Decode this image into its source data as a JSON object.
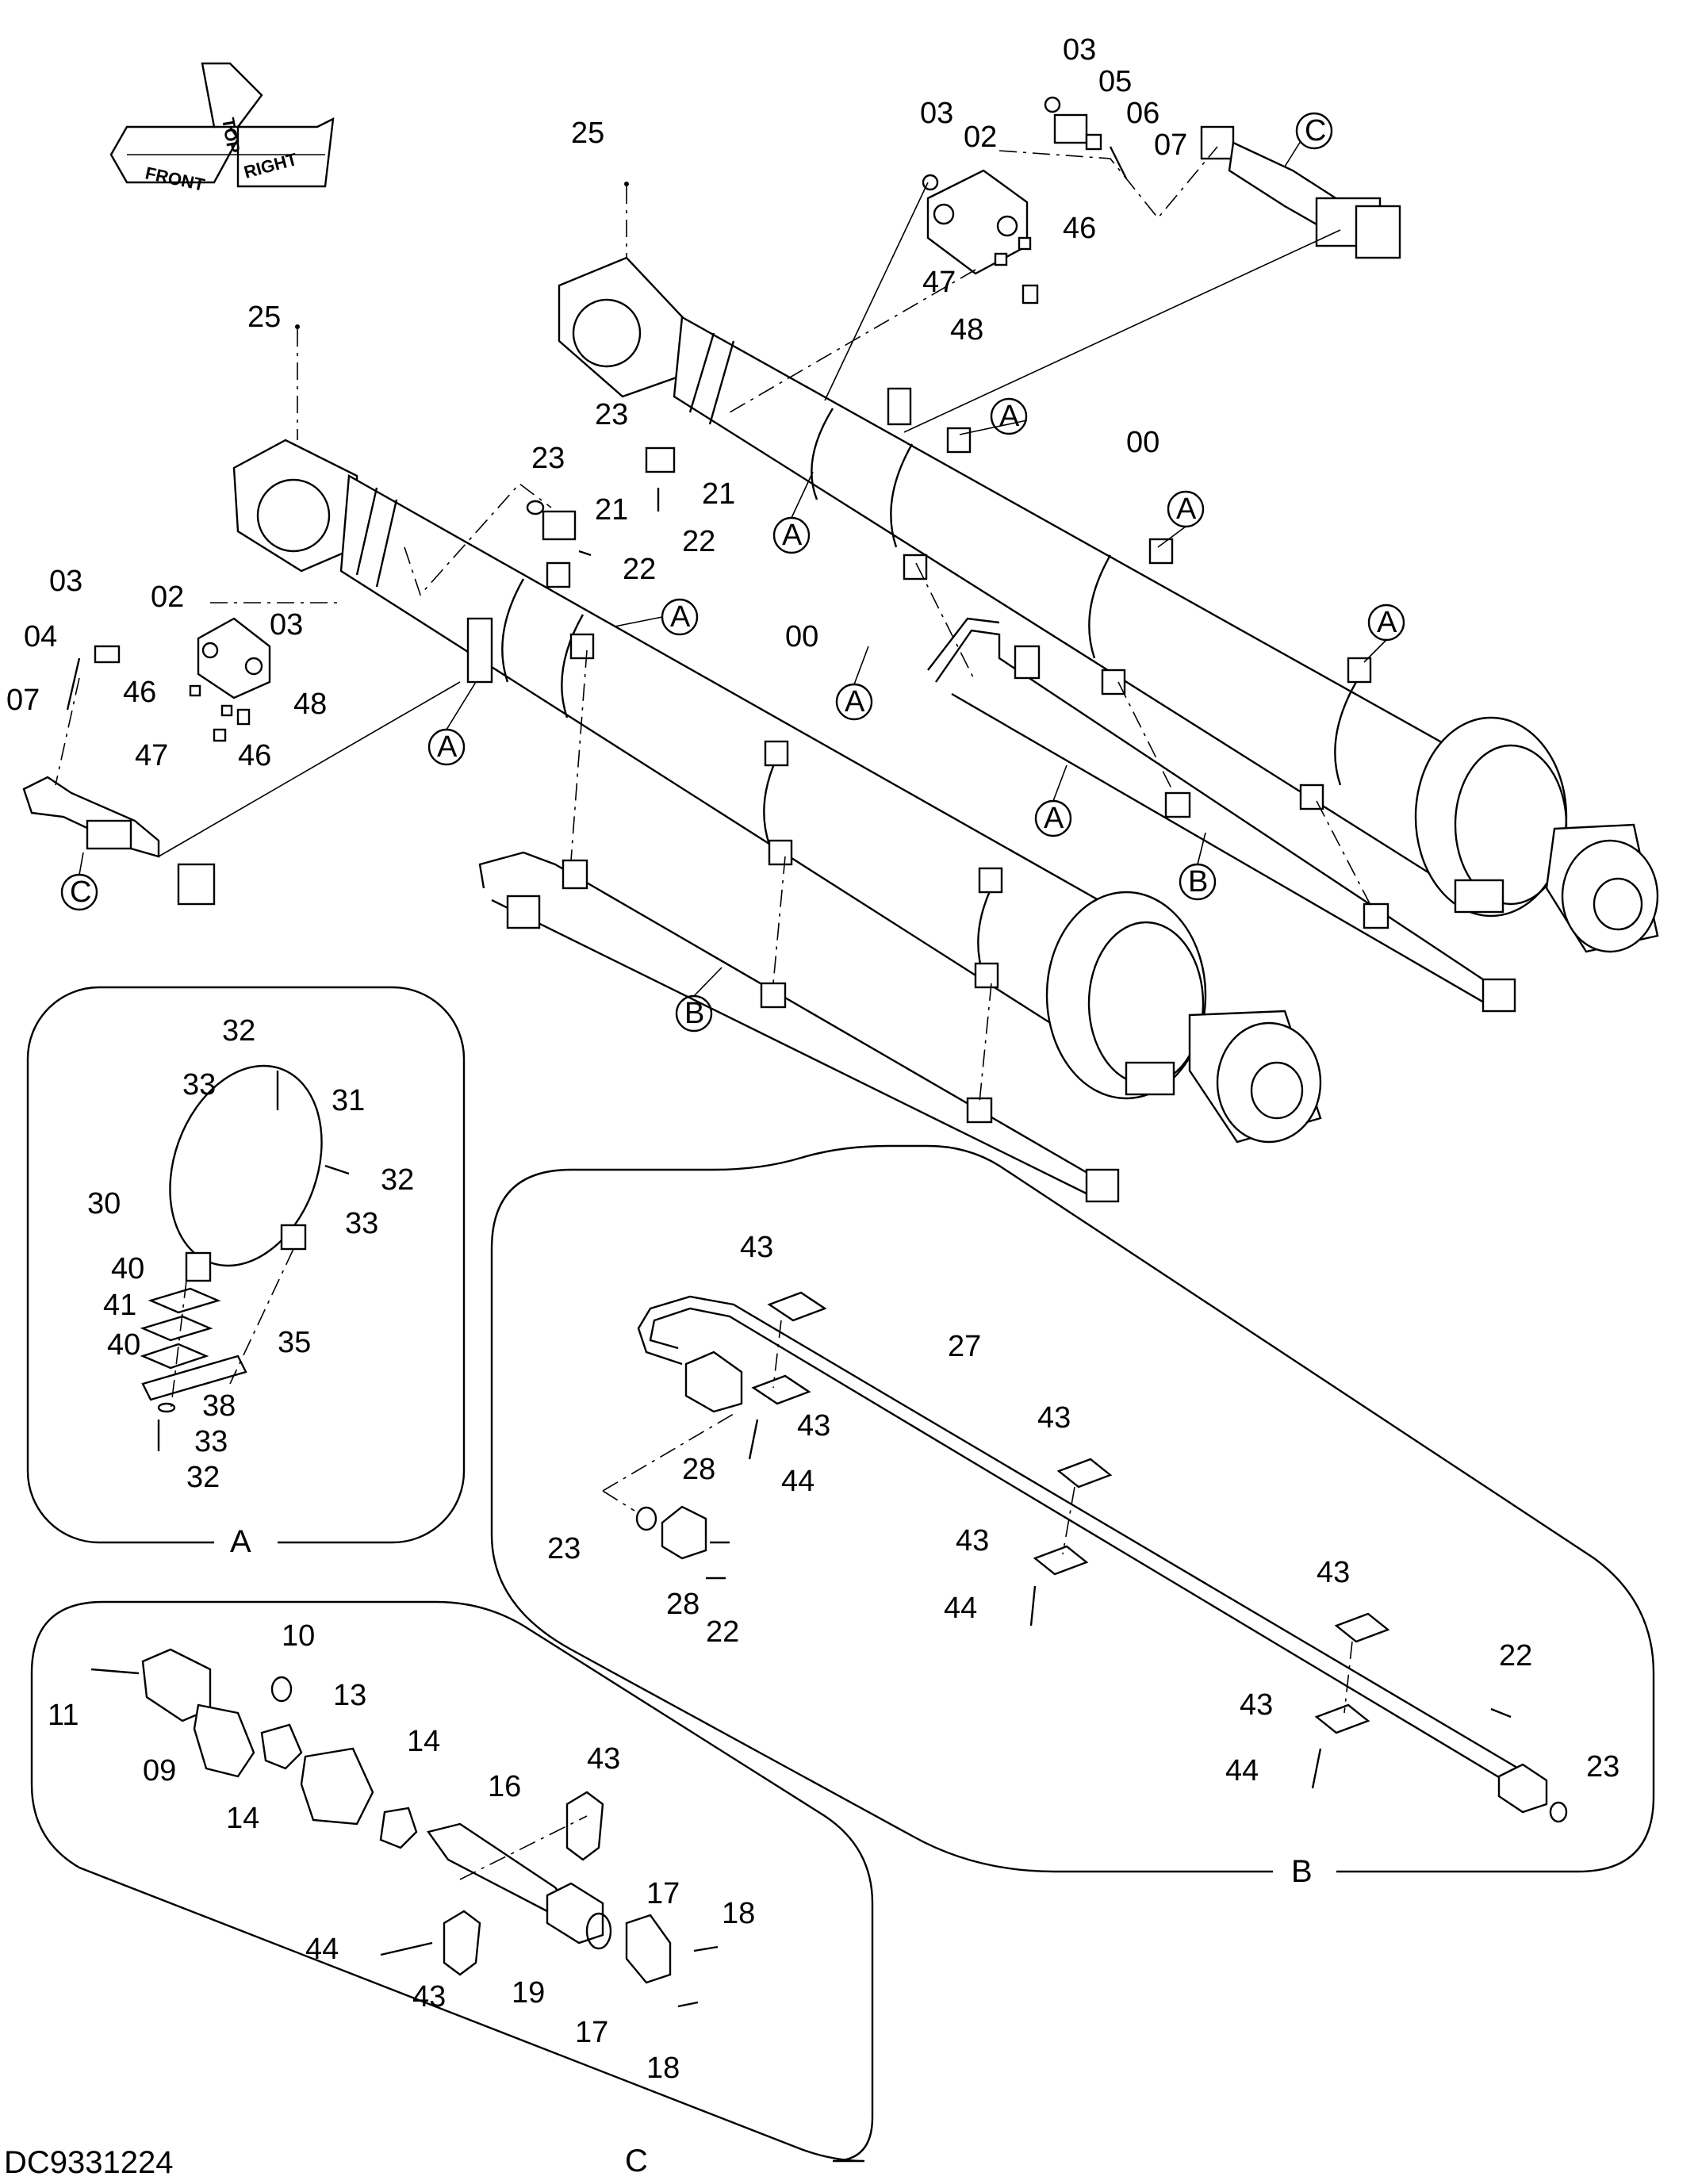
{
  "drawing_number": "DC9331224",
  "orientation": {
    "front": "FRONT",
    "top": "TOP",
    "right": "RIGHT"
  },
  "detail_labels": {
    "a": "A",
    "b": "B",
    "c": "C"
  },
  "labels": {
    "l00a": "00",
    "l00b": "00",
    "l02a": "02",
    "l02b": "02",
    "l03a": "03",
    "l03b": "03",
    "l03c": "03",
    "l03d": "03",
    "l04": "04",
    "l05": "05",
    "l06": "06",
    "l07a": "07",
    "l07b": "07",
    "l09": "09",
    "l10": "10",
    "l11": "11",
    "l13": "13",
    "l14a": "14",
    "l14b": "14",
    "l16": "16",
    "l17a": "17",
    "l17b": "17",
    "l18a": "18",
    "l18b": "18",
    "l19": "19",
    "l21a": "21",
    "l21b": "21",
    "l22a": "22",
    "l22b": "22",
    "l22c": "22",
    "l22d": "22",
    "l23a": "23",
    "l23b": "23",
    "l23c": "23",
    "l23d": "23",
    "l25a": "25",
    "l25b": "25",
    "l27": "27",
    "l28a": "28",
    "l28b": "28",
    "l30": "30",
    "l31": "31",
    "l32a": "32",
    "l32b": "32",
    "l32c": "32",
    "l33a": "33",
    "l33b": "33",
    "l33c": "33",
    "l35": "35",
    "l38": "38",
    "l40a": "40",
    "l40b": "40",
    "l41": "41",
    "l43a": "43",
    "l43b": "43",
    "l43c": "43",
    "l43d": "43",
    "l43e": "43",
    "l43f": "43",
    "l43g": "43",
    "l43h": "43",
    "l44a": "44",
    "l44b": "44",
    "l44c": "44",
    "l44d": "44",
    "l46a": "46",
    "l46b": "46",
    "l46c": "46",
    "l47a": "47",
    "l47b": "47",
    "l48a": "48",
    "l48b": "48"
  },
  "callouts": {
    "A": "A",
    "B": "B",
    "C": "C"
  }
}
